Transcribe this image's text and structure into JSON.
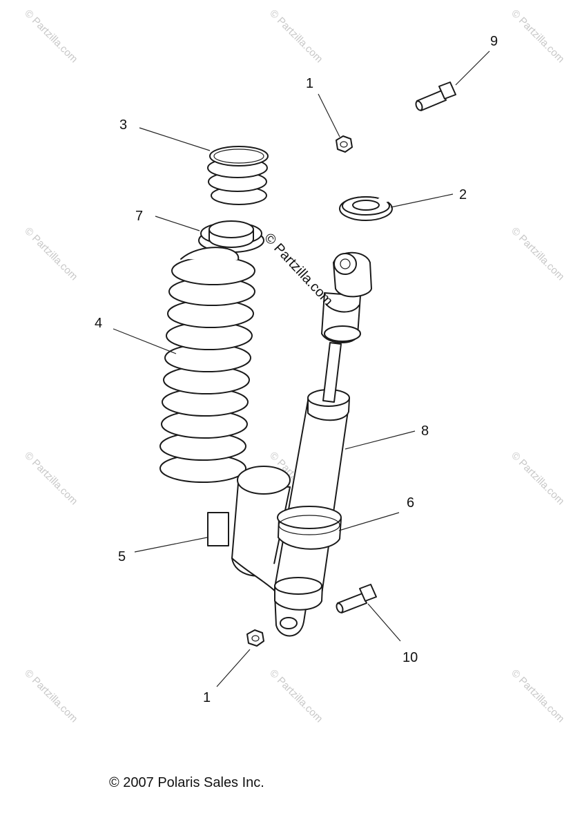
{
  "diagram": {
    "callouts": [
      "1",
      "2",
      "3",
      "4",
      "5",
      "6",
      "7",
      "8",
      "9",
      "10",
      "1"
    ],
    "watermark": "© Partzilla.com",
    "center_watermark": "© Partzilla.com",
    "copyright": "© 2007 Polaris Sales Inc."
  },
  "colors": {
    "line": "#1a1a1a",
    "watermark": "#c8c8c8",
    "background": "#ffffff"
  }
}
